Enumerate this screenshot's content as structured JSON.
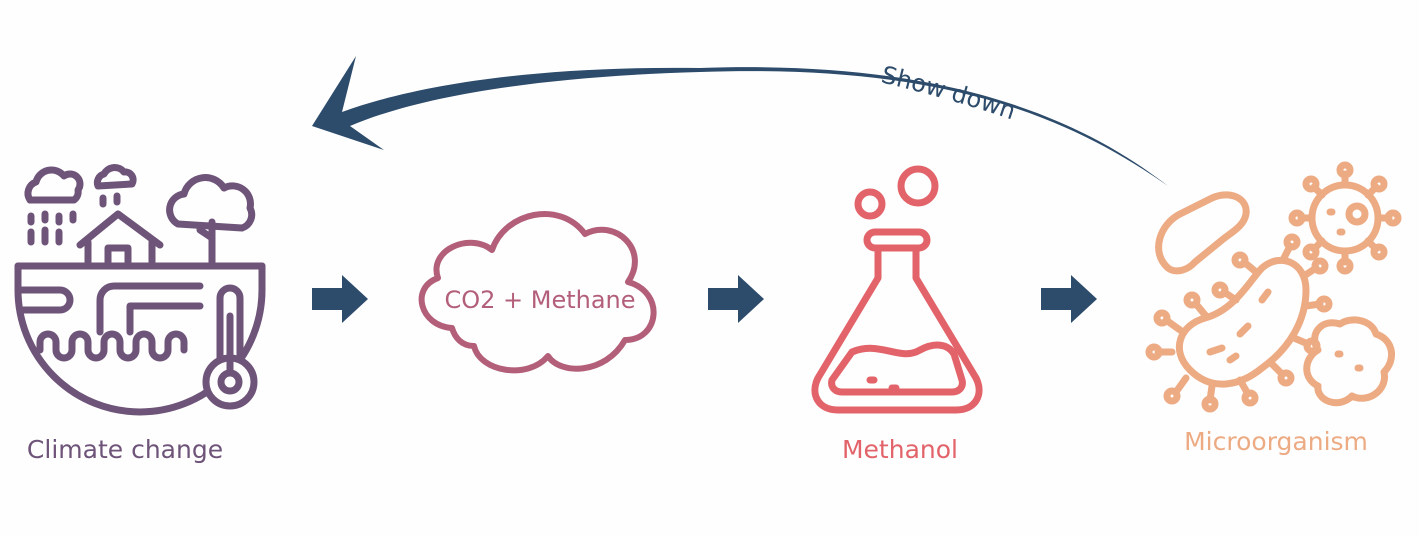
{
  "diagram": {
    "nodes": [
      {
        "id": "climate",
        "label": "Climate change",
        "icon": "earth-climate-icon",
        "color": "#6e5479"
      },
      {
        "id": "gas",
        "label": "CO2 + Methane",
        "icon": "cloud-icon",
        "color": "#b35f79"
      },
      {
        "id": "methanol",
        "label": "Methanol",
        "icon": "flask-icon",
        "color": "#e2646a"
      },
      {
        "id": "microbe",
        "label": "Microorganism",
        "icon": "bacteria-icon",
        "color": "#edab84"
      }
    ],
    "edges": [
      {
        "from": "climate",
        "to": "gas",
        "label": ""
      },
      {
        "from": "gas",
        "to": "methanol",
        "label": ""
      },
      {
        "from": "methanol",
        "to": "microbe",
        "label": ""
      },
      {
        "from": "microbe",
        "to": "climate",
        "label": "Show down"
      }
    ],
    "arrow_color": "#2d4b6b"
  }
}
